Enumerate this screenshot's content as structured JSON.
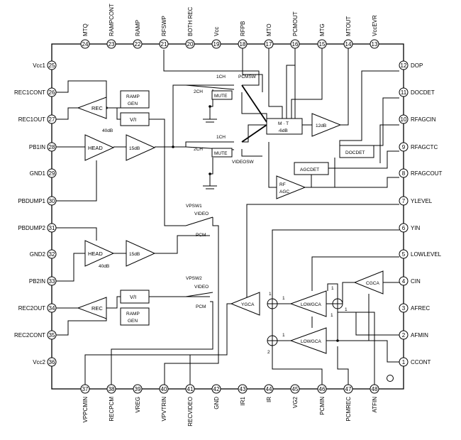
{
  "pins": {
    "top": [
      {
        "num": "24",
        "label": "MTQ"
      },
      {
        "num": "23",
        "label": "RAMPCONT"
      },
      {
        "num": "22",
        "label": "RAMP"
      },
      {
        "num": "21",
        "label": "RFSWP"
      },
      {
        "num": "20",
        "label": "BOTH REC"
      },
      {
        "num": "19",
        "label": "Vcc"
      },
      {
        "num": "18",
        "label": "RFPB"
      },
      {
        "num": "17",
        "label": "MTO"
      },
      {
        "num": "16",
        "label": "PCMOUT"
      },
      {
        "num": "15",
        "label": "MTG"
      },
      {
        "num": "14",
        "label": "MTOUT"
      },
      {
        "num": "13",
        "label": "VccEVR"
      }
    ],
    "left": [
      {
        "num": "25",
        "label": "Vcc1"
      },
      {
        "num": "26",
        "label": "REC1CONT"
      },
      {
        "num": "27",
        "label": "REC1OUT"
      },
      {
        "num": "28",
        "label": "PB1IN"
      },
      {
        "num": "29",
        "label": "GND1"
      },
      {
        "num": "30",
        "label": "PBDUMP1"
      },
      {
        "num": "31",
        "label": "PBDUMP2"
      },
      {
        "num": "32",
        "label": "GND2"
      },
      {
        "num": "33",
        "label": "PB2IN"
      },
      {
        "num": "34",
        "label": "REC2OUT"
      },
      {
        "num": "35",
        "label": "REC2CONT"
      },
      {
        "num": "36",
        "label": "Vcc2"
      }
    ],
    "right": [
      {
        "num": "12",
        "label": "DOP"
      },
      {
        "num": "11",
        "label": "DOCDET"
      },
      {
        "num": "10",
        "label": "RFAGCIN"
      },
      {
        "num": "9",
        "label": "RFAGCTC"
      },
      {
        "num": "8",
        "label": "RFAGCOUT"
      },
      {
        "num": "7",
        "label": "YLEVEL"
      },
      {
        "num": "6",
        "label": "YIN"
      },
      {
        "num": "5",
        "label": "LOWLEVEL"
      },
      {
        "num": "4",
        "label": "CIN"
      },
      {
        "num": "3",
        "label": "AFREC"
      },
      {
        "num": "2",
        "label": "AFMIN"
      },
      {
        "num": "1",
        "label": "CCONT"
      }
    ],
    "bottom": [
      {
        "num": "37",
        "label": "VPPCMIN"
      },
      {
        "num": "38",
        "label": "RECPCM"
      },
      {
        "num": "39",
        "label": "VREG"
      },
      {
        "num": "40",
        "label": "VPVTRIN"
      },
      {
        "num": "41",
        "label": "RECVIDEO"
      },
      {
        "num": "42",
        "label": "GND"
      },
      {
        "num": "43",
        "label": "IR1"
      },
      {
        "num": "44",
        "label": "IR"
      },
      {
        "num": "45",
        "label": "VG2"
      },
      {
        "num": "46",
        "label": "PCMIN"
      },
      {
        "num": "47",
        "label": "PCMREC"
      },
      {
        "num": "48",
        "label": "ATFIN"
      }
    ]
  },
  "blocks": {
    "rec": "REC",
    "ramp_gen_1": "RAMP",
    "ramp_gen_2": "GEN",
    "vi": "V/I",
    "head": "HEAD",
    "gain_40db": "40dB",
    "gain_15db": "15dB",
    "mt_1": "M · T",
    "mt_2": "-6dB",
    "gain_12db": "12dB",
    "docdet": "DOCDET",
    "agcdet": "AGCDET",
    "rfagc_1": "RF",
    "rfagc_2": "AGC",
    "mute": "MUTE",
    "ygca": "YGCA",
    "lowgca": "LOWGCA",
    "cgca": "CGCA"
  },
  "labels": {
    "ch1": "1CH",
    "ch2": "2CH",
    "pcmsw": "PCMSW",
    "videosw": "VIDEOSW",
    "vpsw1": "VPSW1",
    "vpsw2": "VPSW2",
    "video": "VIDEO",
    "pcm": "PCM",
    "one": "1",
    "two": "2"
  }
}
